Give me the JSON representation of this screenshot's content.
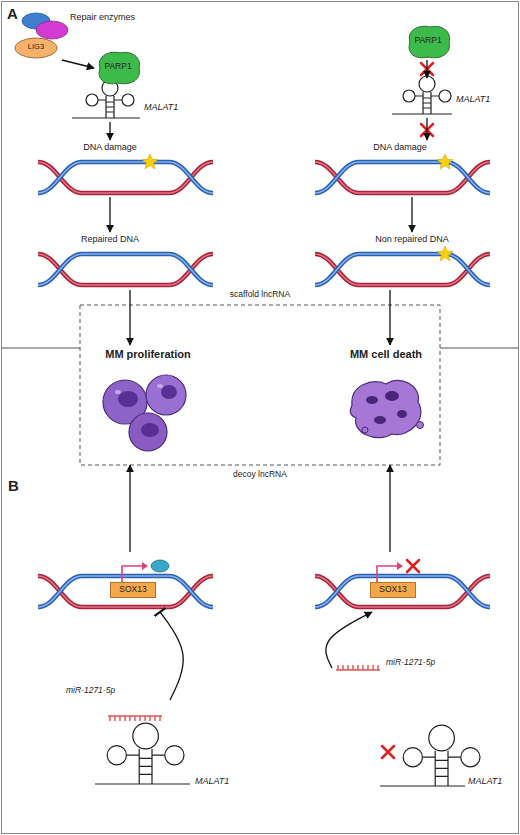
{
  "diagram": {
    "nodes": [
      {
        "text": [
          "Repair enzymes",
          "LIG3"
        ]
      },
      {
        "text": [
          "PARP1"
        ]
      },
      {
        "text": [
          "PARP1"
        ]
      },
      {
        "text": [
          "MALAT1"
        ]
      },
      {
        "text": [
          "MALAT1"
        ]
      },
      {
        "text": [
          "DNA damage"
        ]
      },
      {
        "text": [
          "DNA damage"
        ]
      },
      {
        "text": [
          "Repaired DNA"
        ]
      },
      {
        "text": [
          "Non repaired DNA"
        ]
      },
      {
        "text": [
          "MM proliferation"
        ]
      },
      {
        "text": [
          "MM cell death"
        ]
      },
      {
        "text": [
          "SOX13"
        ]
      },
      {
        "text": [
          "SOX13"
        ]
      },
      {
        "text": [
          "miR-1271-5p"
        ]
      },
      {
        "text": [
          "miR-1271-5p"
        ]
      },
      {
        "text": [
          "MALAT1"
        ]
      },
      {
        "text": [
          "MALAT1"
        ]
      }
    ],
    "edges": [
      {
        "from": 0,
        "to": 1,
        "arrow": "to"
      },
      {
        "from": 2,
        "to": 4,
        "arrow": "to"
      },
      {
        "from": 3,
        "to": 5,
        "arrow": "to"
      },
      {
        "from": 4,
        "to": 6,
        "arrow": "to"
      },
      {
        "from": 5,
        "to": 7,
        "arrow": "to"
      },
      {
        "from": 6,
        "to": 8,
        "arrow": "to"
      },
      {
        "from": 7,
        "to": 9,
        "arrow": "to"
      },
      {
        "from": 8,
        "to": 10,
        "arrow": "to"
      },
      {
        "from": 11,
        "to": 9,
        "arrow": "to"
      },
      {
        "from": 12,
        "to": 10,
        "arrow": "to"
      },
      {
        "from": 13,
        "to": 11,
        "arrow": "to"
      },
      {
        "from": 14,
        "to": 12,
        "arrow": "to"
      }
    ],
    "labels": [
      "A",
      "scaffold lncRNA",
      "decoy lncRNA",
      "B"
    ]
  }
}
